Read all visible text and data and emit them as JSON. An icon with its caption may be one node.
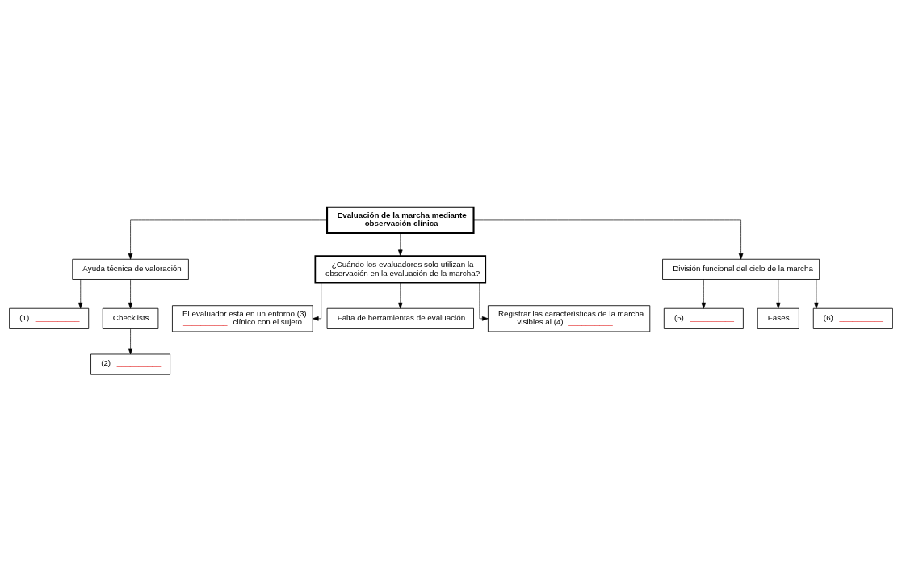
{
  "diagram": {
    "nodes": [
      {
        "text": [
          "Evaluación de la marcha mediante observación clínica"
        ]
      },
      {
        "text": [
          "Ayuda técnica de valoración"
        ]
      },
      {
        "text": [
          "(1) __________"
        ]
      },
      {
        "text": [
          "Checklists"
        ]
      },
      {
        "text": [
          "(2) __________"
        ]
      },
      {
        "text": [
          "¿Cuándo los evaluadores solo utilizan la observación en la evaluación de la marcha?"
        ]
      },
      {
        "text": [
          "El evaluador está en un entorno (3) __________ clínico con el sujeto."
        ]
      },
      {
        "text": [
          "Falta de herramientas de evaluación."
        ]
      },
      {
        "text": [
          "Registrar las características de la marcha visibles al (4) __________ ."
        ]
      },
      {
        "text": [
          "División funcional del ciclo de la marcha"
        ]
      },
      {
        "text": [
          "(5) __________"
        ]
      },
      {
        "text": [
          "Fases"
        ]
      },
      {
        "text": [
          "(6) __________"
        ]
      }
    ],
    "edges": [
      {
        "from": 0,
        "to": 1,
        "arrow": "to"
      },
      {
        "from": 0,
        "to": 5,
        "arrow": "to"
      },
      {
        "from": 0,
        "to": 9,
        "arrow": "to"
      },
      {
        "from": 1,
        "to": 2,
        "arrow": "to"
      },
      {
        "from": 1,
        "to": 3,
        "arrow": "to"
      },
      {
        "from": 3,
        "to": 4,
        "arrow": "to"
      },
      {
        "from": 5,
        "to": 6,
        "arrow": "to"
      },
      {
        "from": 5,
        "to": 7,
        "arrow": "to"
      },
      {
        "from": 5,
        "to": 8,
        "arrow": "to"
      },
      {
        "from": 9,
        "to": 10,
        "arrow": "to"
      },
      {
        "from": 9,
        "to": 11,
        "arrow": "to"
      },
      {
        "from": 9,
        "to": 12,
        "arrow": "to"
      }
    ]
  }
}
